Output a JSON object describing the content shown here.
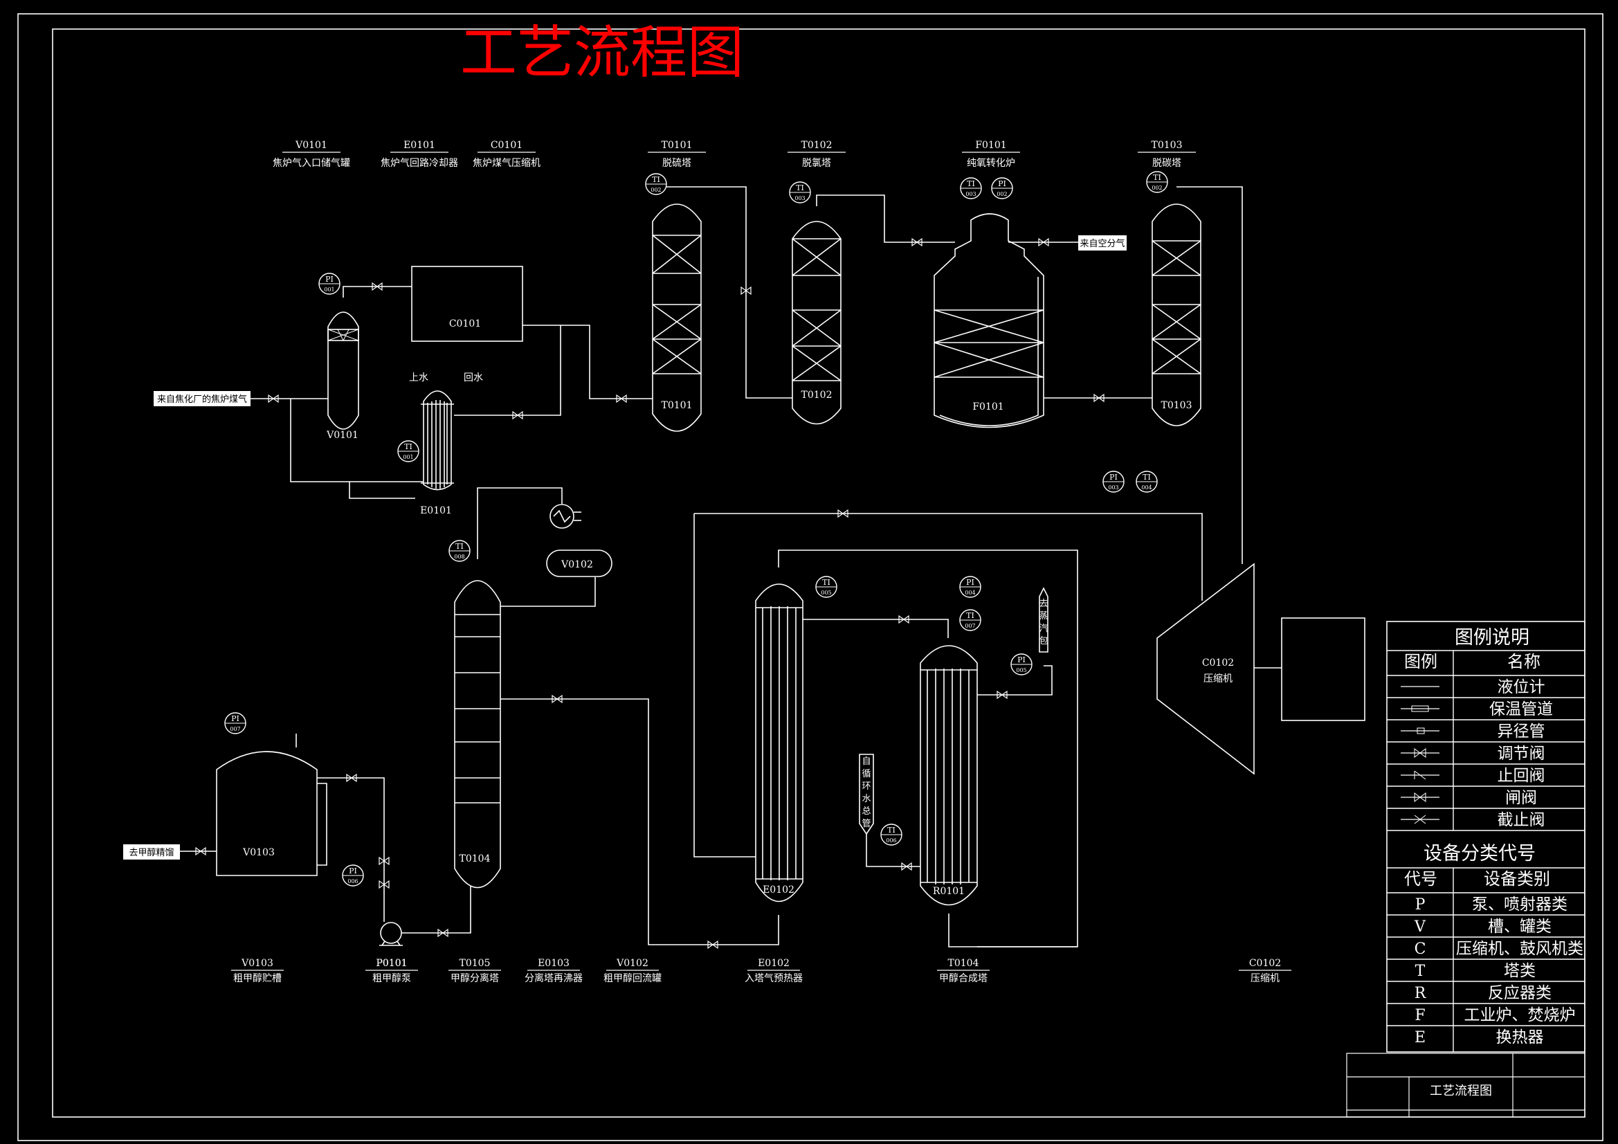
{
  "title": "工艺流程图",
  "colors": {
    "background": "#000000",
    "line": "#ffffff",
    "title": "#ff0000"
  },
  "header_equipment": [
    {
      "tag": "V0101",
      "name": "焦炉气入口储气罐"
    },
    {
      "tag": "E0101",
      "name": "焦炉气回路冷却器"
    },
    {
      "tag": "C0101",
      "name": "焦炉煤气压缩机"
    },
    {
      "tag": "T0101",
      "name": "脱硫塔"
    },
    {
      "tag": "T0102",
      "name": "脱氯塔"
    },
    {
      "tag": "F0101",
      "name": "纯氧转化炉"
    },
    {
      "tag": "T0103",
      "name": "脱碳塔"
    }
  ],
  "footer_equipment": [
    {
      "tag": "V0103",
      "name": "粗甲醇贮槽"
    },
    {
      "tag": "P0101",
      "name": "粗甲醇泵"
    },
    {
      "tag": "T0105",
      "name": "甲醇分离塔"
    },
    {
      "tag": "E0103",
      "name": "分离塔再沸器"
    },
    {
      "tag": "V0102",
      "name": "粗甲醇回流罐"
    },
    {
      "tag": "E0102",
      "name": "入塔气预热器"
    },
    {
      "tag": "T0104",
      "name": "甲醇合成塔"
    },
    {
      "tag": "C0102",
      "name": "压缩机"
    }
  ],
  "equipment_labels": {
    "v0101": "V0101",
    "c0101": "C0101",
    "e0101": "E0101",
    "t0101": "T0101",
    "t0102": "T0102",
    "f0101": "F0101",
    "t0103": "T0103",
    "v0102": "V0102",
    "t0104": "T0104",
    "e0102": "E0102",
    "r0101": "R0101",
    "c0102": "C0102",
    "c0102_name": "压缩机",
    "v0103": "V0103",
    "p0101": "P0101"
  },
  "instruments": [
    {
      "type": "PI",
      "num": "001"
    },
    {
      "type": "TI",
      "num": "001"
    },
    {
      "type": "TI",
      "num": "002"
    },
    {
      "type": "TI",
      "num": "003"
    },
    {
      "type": "TI",
      "num": "003"
    },
    {
      "type": "PI",
      "num": "002"
    },
    {
      "type": "TI",
      "num": "002"
    },
    {
      "type": "PI",
      "num": "003"
    },
    {
      "type": "TI",
      "num": "004"
    },
    {
      "type": "TI",
      "num": "008"
    },
    {
      "type": "TI",
      "num": "005"
    },
    {
      "type": "PI",
      "num": "004"
    },
    {
      "type": "TI",
      "num": "007"
    },
    {
      "type": "PI",
      "num": "005"
    },
    {
      "type": "TI",
      "num": "006"
    },
    {
      "type": "PI",
      "num": "007"
    },
    {
      "type": "PI",
      "num": "006"
    }
  ],
  "stream_labels": {
    "coke_gas_in": "来自焦化厂的焦炉煤气",
    "air_sep": "来自空分气",
    "methanol_out": "去甲醇精馏",
    "water_up": "上水",
    "water_back": "回水",
    "steam_drum": "去蒸汽包",
    "circ_water": "自循环水总管"
  },
  "legend": {
    "title": "图例说明",
    "col_symbol": "图例",
    "col_name": "名称",
    "items": [
      "液位计",
      "保温管道",
      "异径管",
      "调节阀",
      "止回阀",
      "闸阀",
      "截止阀"
    ],
    "code_title": "设备分类代号",
    "col_code": "代号",
    "col_category": "设备类别",
    "codes": [
      {
        "code": "P",
        "category": "泵、喷射器类"
      },
      {
        "code": "V",
        "category": "槽、罐类"
      },
      {
        "code": "C",
        "category": "压缩机、鼓风机类"
      },
      {
        "code": "T",
        "category": "塔类"
      },
      {
        "code": "R",
        "category": "反应器类"
      },
      {
        "code": "F",
        "category": "工业炉、焚烧炉"
      },
      {
        "code": "E",
        "category": "换热器"
      }
    ]
  },
  "title_block": {
    "name": "工艺流程图"
  }
}
